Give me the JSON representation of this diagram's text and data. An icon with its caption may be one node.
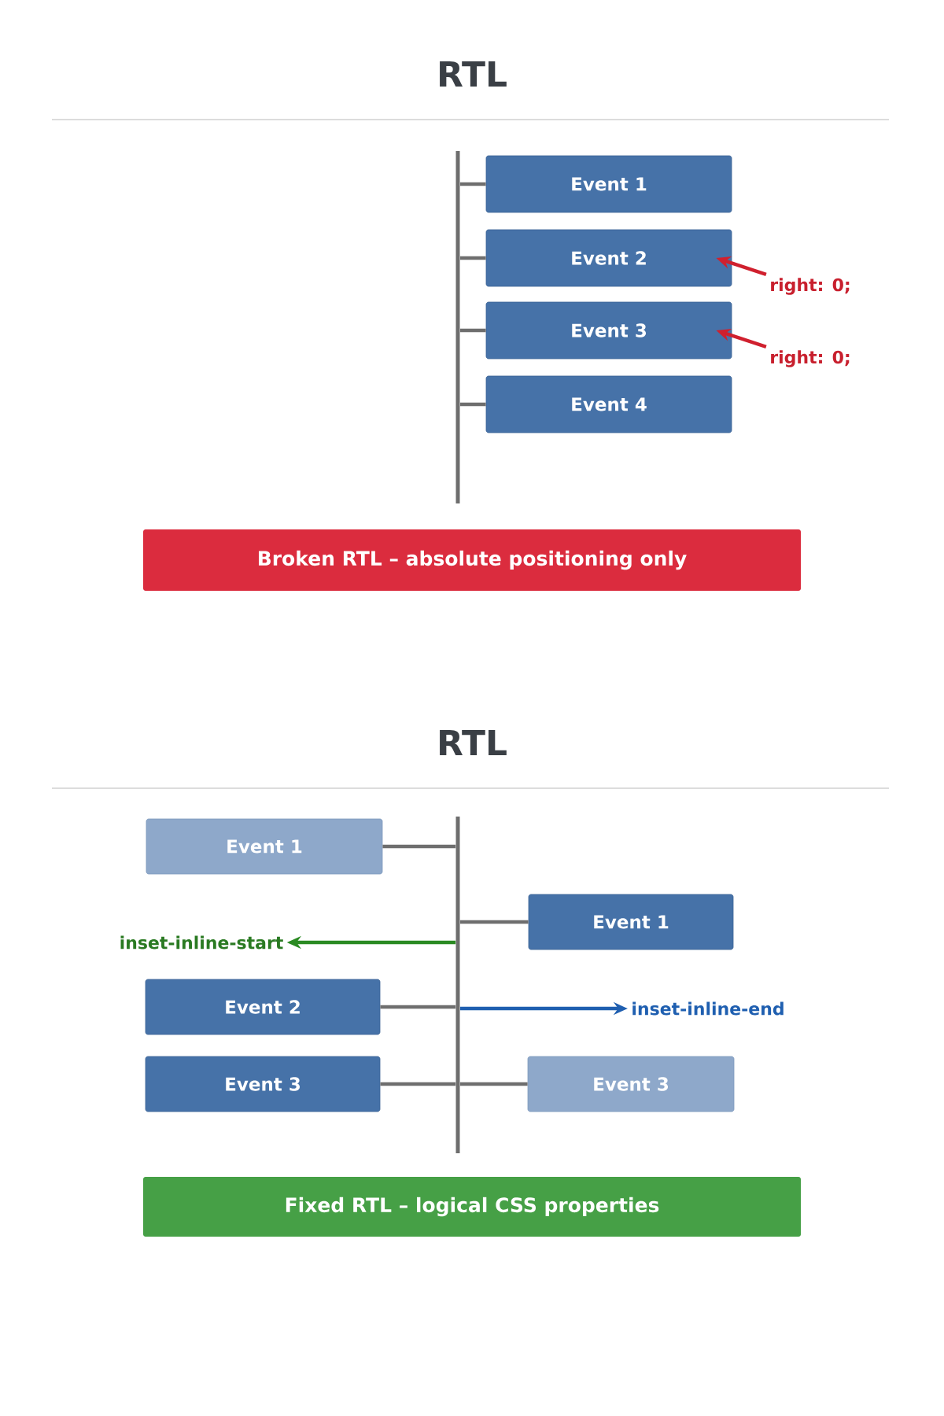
{
  "diagram": {
    "nodes": [
      {
        "text": [],
        "shape": "bar"
      },
      {
        "text": [
          "Event 1"
        ]
      },
      {
        "text": [
          "Event 2"
        ]
      },
      {
        "text": [
          "Event 3"
        ]
      },
      {
        "text": [
          "Event 4"
        ]
      },
      {
        "text": [
          "right: 0;"
        ]
      },
      {
        "text": [
          "right: 0;"
        ]
      },
      {
        "text": [
          "Broken RTL – absolute positioning only"
        ]
      },
      {
        "text": [],
        "shape": "bar"
      },
      {
        "text": [
          "Event 1"
        ]
      },
      {
        "text": [
          "Event 1"
        ]
      },
      {
        "text": [
          "inset-inline-start"
        ]
      },
      {
        "text": [
          "Event 2"
        ]
      },
      {
        "text": [
          "inset-inline-end"
        ]
      },
      {
        "text": [
          "Event 3"
        ]
      },
      {
        "text": [
          "Event 3"
        ]
      },
      {
        "text": [
          "Fixed RTL – logical CSS properties"
        ]
      }
    ],
    "edges": [
      {
        "from": 0,
        "to": 1,
        "arrow": "none"
      },
      {
        "from": 0,
        "to": 2,
        "arrow": "none"
      },
      {
        "from": 0,
        "to": 3,
        "arrow": "none"
      },
      {
        "from": 0,
        "to": 4,
        "arrow": "none"
      },
      {
        "from": 5,
        "to": 2,
        "arrow": "to",
        "color": "#d0202e"
      },
      {
        "from": 6,
        "to": 3,
        "arrow": "to",
        "color": "#d0202e"
      },
      {
        "from": 8,
        "to": 9,
        "arrow": "none"
      },
      {
        "from": 8,
        "to": 10,
        "arrow": "none"
      },
      {
        "from": 8,
        "to": 12,
        "arrow": "none"
      },
      {
        "from": 8,
        "to": 14,
        "arrow": "none"
      },
      {
        "from": 8,
        "to": 15,
        "arrow": "none"
      },
      {
        "from": 8,
        "to": 11,
        "arrow": "to",
        "color": "#2a8a22"
      },
      {
        "from": 8,
        "to": 13,
        "arrow": "to",
        "color": "#1f5fb0"
      }
    ],
    "labels": [
      "RTL",
      "RTL"
    ]
  }
}
